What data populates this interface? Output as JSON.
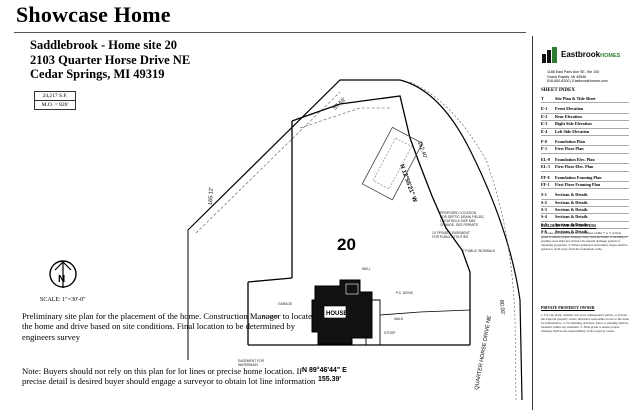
{
  "page_title": "Showcase Home",
  "address": {
    "line1": "Saddlebrook - Home site 20",
    "line2": "2103 Quarter Horse Drive NE",
    "line3": "Cedar Springs, MI 49319"
  },
  "specs": {
    "area": "24,217 S.F.",
    "mo": "M.O. = 826'"
  },
  "scale_label": "SCALE: 1\"=30'-0\"",
  "north_letter": "N",
  "lot_number": "20",
  "notes": {
    "placement": "Preliminary site plan for the placement of the home. Construction Manager to locate the home and drive based on site conditions. Final location to be determined by engineers survey",
    "disclaimer": "Note: Buyers should not rely on this plan for lot lines or precise home location. If precise detail is desired buyer should engage a surveyor to obtain lot line information"
  },
  "plan_labels": {
    "bearing_bottom": "N 89°46'44\" E",
    "bottom_length": "155.39'",
    "left_length": "165.12'",
    "top_length": "57.53'",
    "right_length": "80.00'",
    "street": "QUARTER HORSE DRIVE NE",
    "house": "HOUSE",
    "garage": "GARAGE",
    "bearing_top": "N 12°55'21\" W",
    "set_distance": "162.40'",
    "proposed_location": "PROPOSED LOCATION FOR SEPTIC DRAIN FIELDS, LOCATION & SIZE MAY CHANGE, SEE PERMITS",
    "easement_utilities": "10' PRIVATE EASEMENT FOR PUBLIC UTILITIES",
    "sidewalk": "5' PUBLIC SIDEWALK",
    "easement_watermain": "EASEMENT FOR WATERMAIN",
    "pc_patio": "P.C. PATIO",
    "pc_drive": "P.C. DRIVE",
    "walk": "WALK",
    "stoop": "STOOP",
    "well": "WELL"
  },
  "title_block": {
    "brand_name": "Eastbrook",
    "brand_suffix": "HOMES",
    "contact_line1": "1188 East Paris Ave SE, Ste 100",
    "contact_line2": "Grand Rapids, MI 49546",
    "contact_line3": "616-850-6200 | EastbrookHomes.com",
    "sheet_index_title": "SHEET INDEX",
    "sheets": [
      {
        "code": "T",
        "desc": "Site Plan & Title Sheet"
      },
      {
        "code": "E-1",
        "desc": "Front Elevation"
      },
      {
        "code": "E-2",
        "desc": "Rear Elevation"
      },
      {
        "code": "E-3",
        "desc": "Right Side Elevation"
      },
      {
        "code": "E-4",
        "desc": "Left Side Elevation"
      },
      {
        "code": "F-0",
        "desc": "Foundation Plan"
      },
      {
        "code": "F-1",
        "desc": "First Floor Plan"
      },
      {
        "code": "EL-0",
        "desc": "Foundation Elec. Plan"
      },
      {
        "code": "EL-1",
        "desc": "First Floor Elec. Plan"
      },
      {
        "code": "FF-0",
        "desc": "Foundation Framing Plan"
      },
      {
        "code": "FF-1",
        "desc": "First Floor Framing Plan"
      },
      {
        "code": "S-1",
        "desc": "Sections & Details"
      },
      {
        "code": "S-2",
        "desc": "Sections & Details"
      },
      {
        "code": "S-3",
        "desc": "Sections & Details"
      },
      {
        "code": "S-4",
        "desc": "Sections & Details"
      },
      {
        "code": "S-5",
        "desc": "Sections & Details"
      },
      {
        "code": "S-6",
        "desc": "Sections & Details"
      }
    ],
    "builder_notes_head": "BUILDERS AND DEVELOPERS",
    "builder_notes": "1. Grades and slopes shall be established within 7' to 3' of final grade to ensure proper drainage away from the home. 2. Grading or grading areas shall not obstruct the natural drainage pattern of adjoining properties. 3. Where grading is performed, slopes shall be graded to drain away from the foundation walls.",
    "owner_notes_head": "PRIVATE PROPERTY OWNER",
    "owner_notes": "1. For any drain, whether rear-yard, underground, public, or private the adjacent property owner shall have reasonable access to the drain for maintenance. 2. No building, structure, fence or planting shall be installed within any easement. 3. Final grade to ensure proper drainage shall be the responsibility of the property owner."
  }
}
